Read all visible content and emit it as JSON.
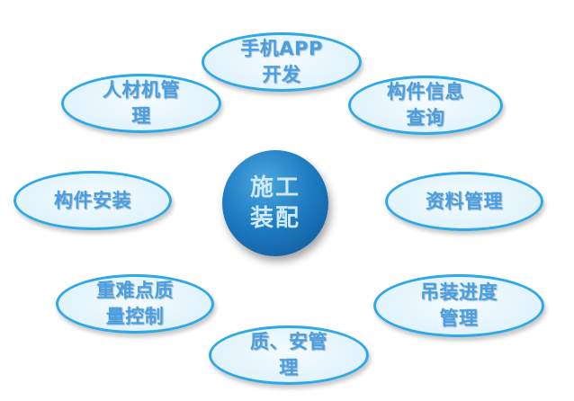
{
  "center": {
    "label": "施工装配"
  },
  "nodes": {
    "app": "手机APP开发",
    "component_query": "构件信息查询",
    "people_material_machine": "人材机管理",
    "component_install": "构件安装",
    "document_management": "资料管理",
    "quality_control": "重难点质量控制",
    "hoist_progress": "吊装进度管理",
    "quality_safety": "质、安管理"
  },
  "colors": {
    "node_border": "#2fa8e6",
    "node_fill": "#e3f4fd",
    "node_text": "#4a9fe0",
    "center_fill": "#1f7dc3",
    "center_text": "#cfe9ff"
  }
}
